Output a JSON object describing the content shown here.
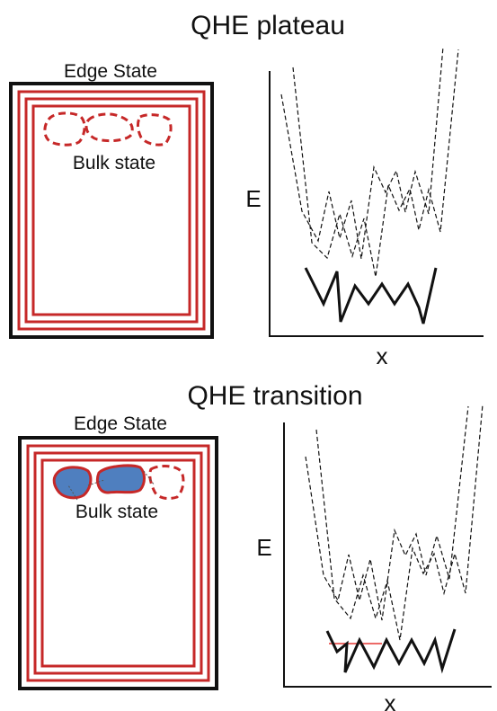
{
  "panels": [
    {
      "title": "QHE plateau",
      "edge_label": "Edge State",
      "bulk_label": "Bulk state",
      "y_axis_label": "E",
      "x_axis_label": "x",
      "bulk_filled_count": 0
    },
    {
      "title": "QHE transition",
      "edge_label": "Edge State",
      "bulk_label": "Bulk state",
      "y_axis_label": "E",
      "x_axis_label": "x",
      "bulk_filled_count": 2
    }
  ],
  "colors": {
    "edge_ring": "#c62828",
    "bulk_fill": "#4f7fbf",
    "frame": "#111111",
    "fermi_line": "#e53935"
  }
}
